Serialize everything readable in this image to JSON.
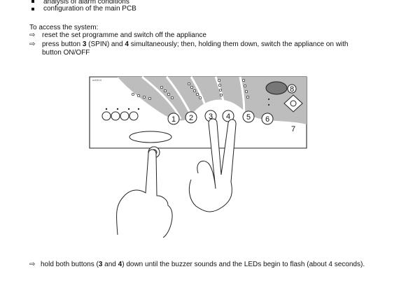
{
  "bullets": [
    "analysis of alarm conditions",
    "configuration of the main PCB"
  ],
  "access_heading": "To access the system:",
  "steps": [
    "reset the set programme and switch off the appliance",
    {
      "a": "press button ",
      "b": "3",
      "c": " (SPIN) and ",
      "d": "4",
      "e": " simultaneously; then, holding them down, switch the appliance on with"
    },
    "button ON/OFF"
  ],
  "figure": {
    "panel_code": "ed0110",
    "buttons": [
      "1",
      "2",
      "3",
      "4",
      "5",
      "6"
    ],
    "badge": "8",
    "onoff_label": "7"
  },
  "final": {
    "a": "hold both buttons (",
    "b": "3",
    "c": " and ",
    "d": "4",
    "e": ") down until the buzzer sounds and the LEDs begin to flash (about 4 seconds)."
  },
  "icons": {
    "arrow": "⇨"
  }
}
